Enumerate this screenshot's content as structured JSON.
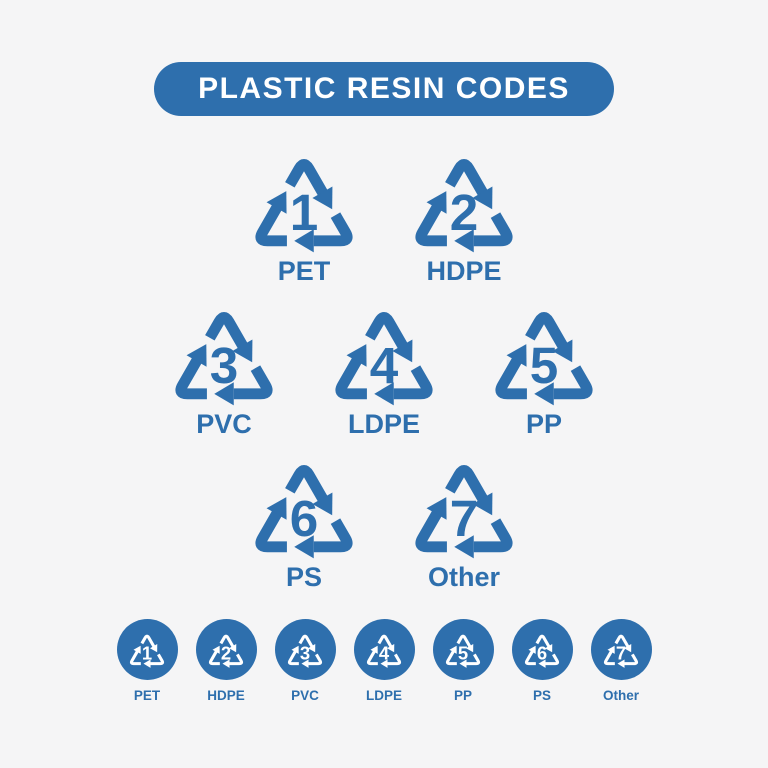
{
  "colors": {
    "accent": "#2e6fad",
    "background": "#f5f5f6",
    "title_text": "#ffffff",
    "badge_symbol": "#ffffff"
  },
  "title": "PLASTIC RESIN CODES",
  "codes": [
    {
      "number": "1",
      "label": "PET"
    },
    {
      "number": "2",
      "label": "HDPE"
    },
    {
      "number": "3",
      "label": "PVC"
    },
    {
      "number": "4",
      "label": "LDPE"
    },
    {
      "number": "5",
      "label": "PP"
    },
    {
      "number": "6",
      "label": "PS"
    },
    {
      "number": "7",
      "label": "Other"
    }
  ]
}
